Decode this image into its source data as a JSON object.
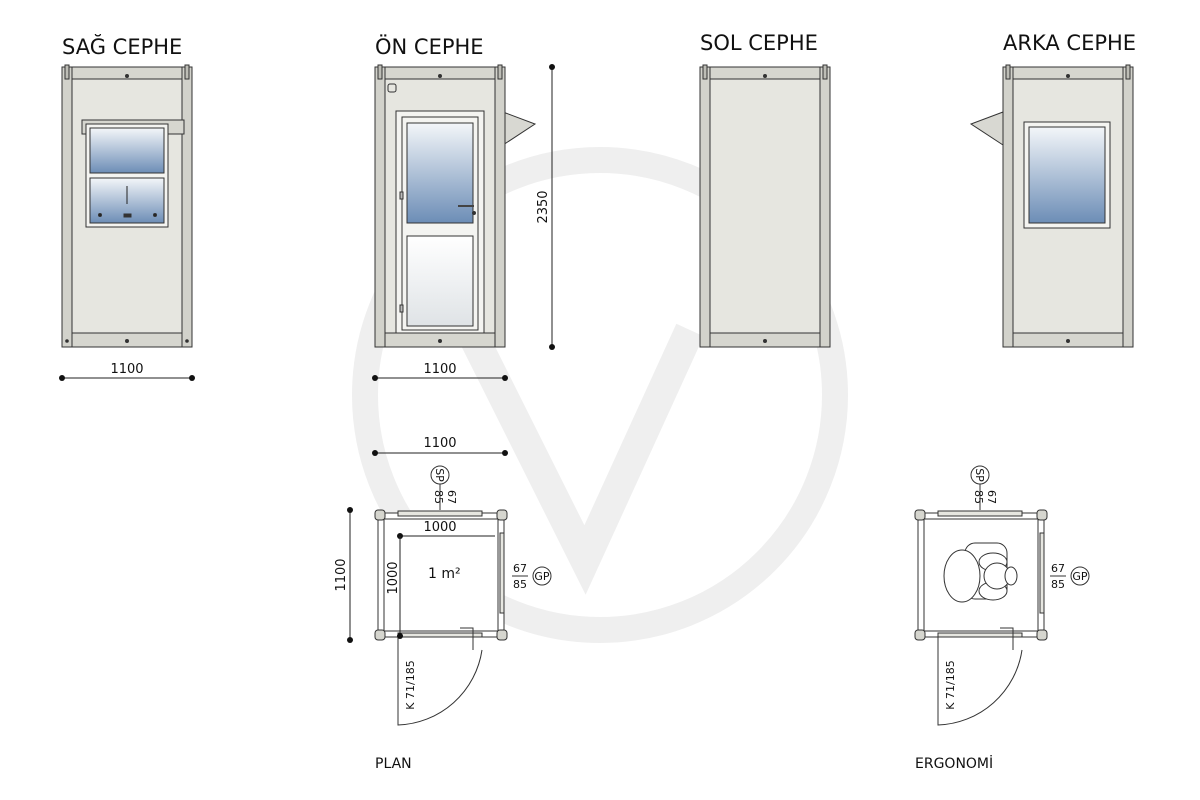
{
  "elevations": {
    "right": {
      "title": "SAĞ CEPHE",
      "width_dim": "1100"
    },
    "front": {
      "title": "ÖN CEPHE",
      "width_dim": "1100",
      "height_dim": "2350"
    },
    "left": {
      "title": "SOL CEPHE"
    },
    "back": {
      "title": "ARKA CEPHE"
    }
  },
  "plan": {
    "caption": "PLAN",
    "outer_width_dim": "1100",
    "outer_depth_dim": "1100",
    "inner_width_dim": "1000",
    "inner_depth_dim": "1000",
    "area": "1 m²",
    "top_window": {
      "tag": "SP",
      "sill": "85",
      "height": "67"
    },
    "side_window": {
      "tag": "GP",
      "height": "67",
      "sill": "85"
    },
    "door": {
      "label": "K 71/185"
    }
  },
  "ergonomics": {
    "caption": "ERGONOMİ",
    "top_window": {
      "tag": "SP",
      "sill": "85",
      "height": "67"
    },
    "side_window": {
      "tag": "GP",
      "height": "67",
      "sill": "85"
    },
    "door": {
      "label": "K 71/185"
    }
  },
  "colors": {
    "panel": "#e6e6e0",
    "frame": "#d2d2cb",
    "outline": "#333333",
    "glass_top": "#f2f5f8",
    "glass_bottom": "#6f90b8",
    "watermark": "#eeeeee"
  }
}
